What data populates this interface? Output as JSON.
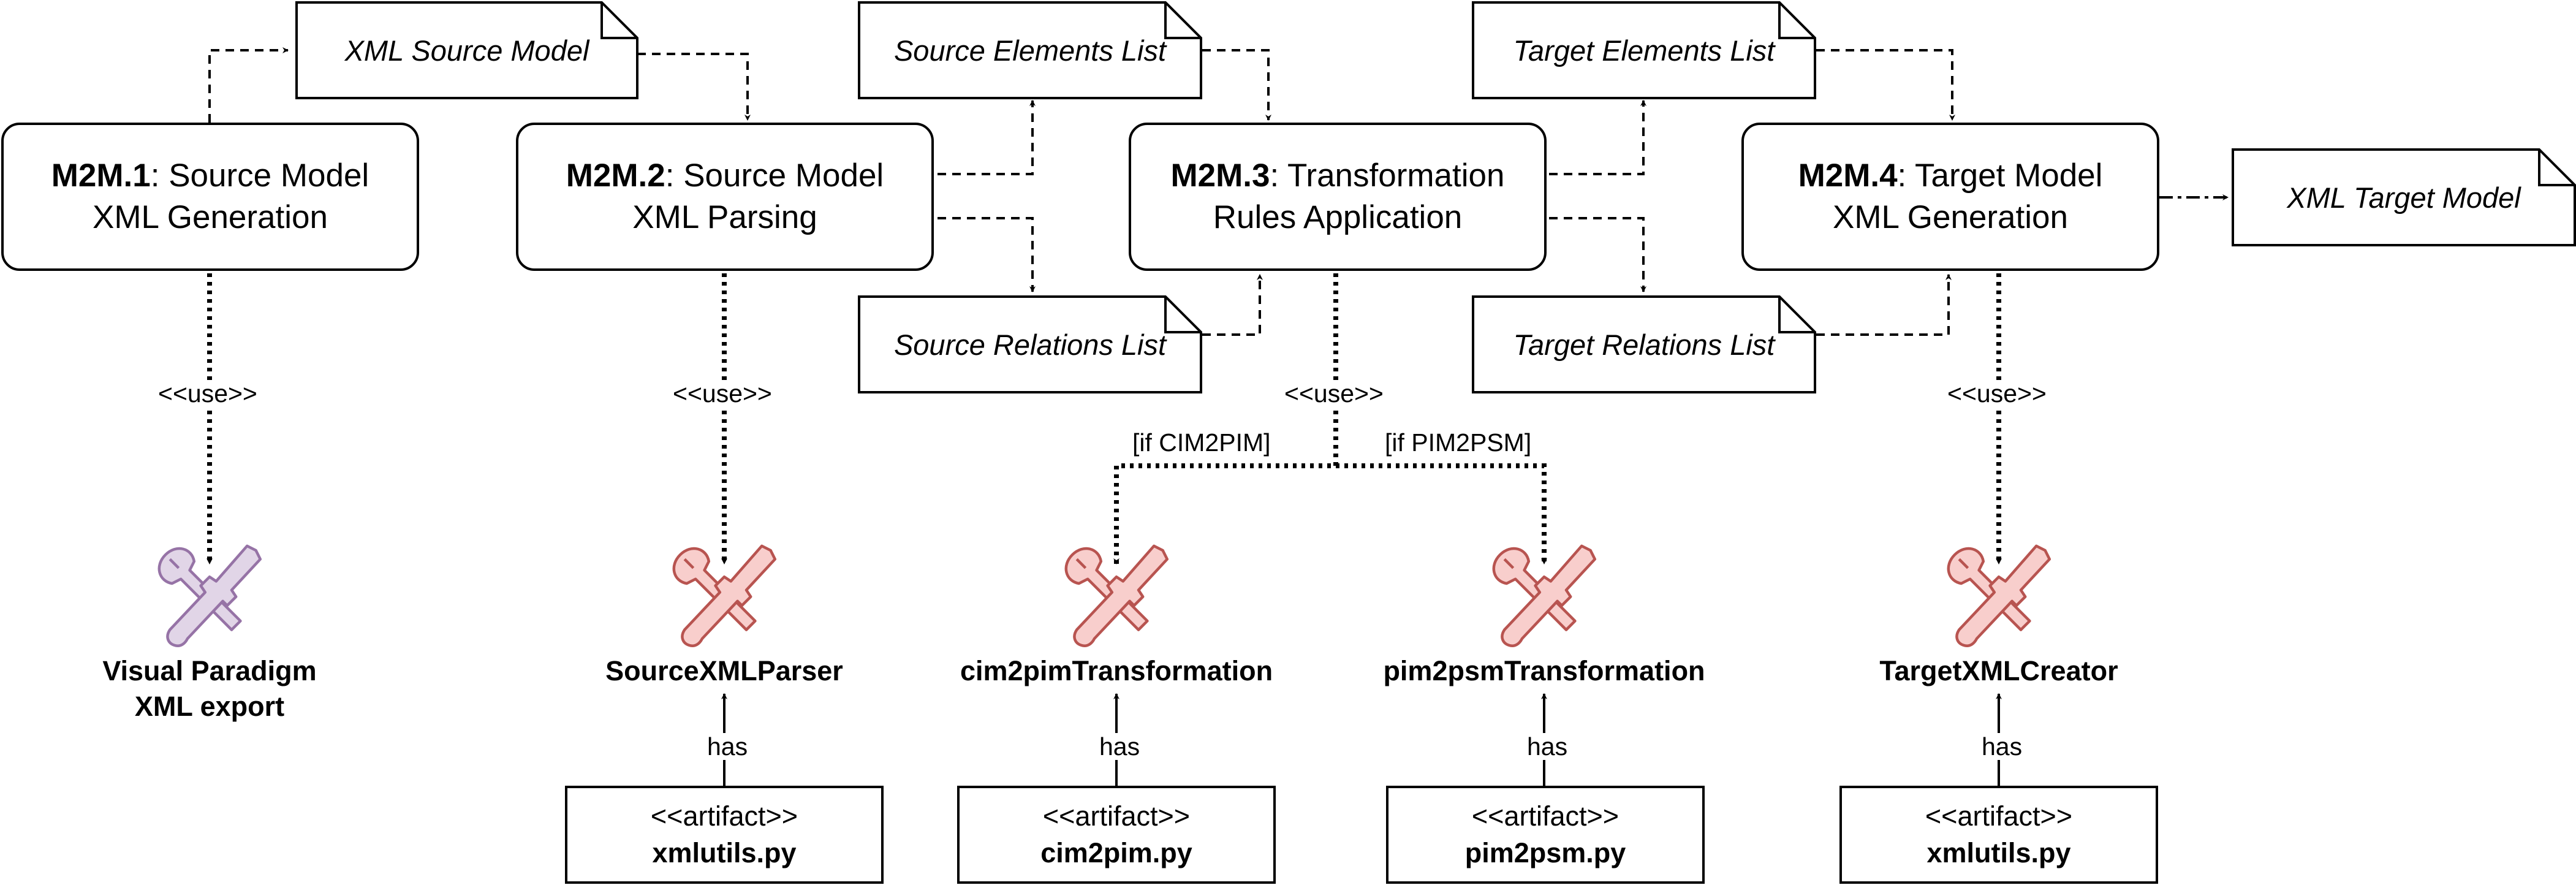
{
  "processes": [
    {
      "id": "M2M.1",
      "text": ": Source Model",
      "line2": "XML Generation"
    },
    {
      "id": "M2M.2",
      "text": ": Source Model",
      "line2": "XML Parsing"
    },
    {
      "id": "M2M.3",
      "text": ": Transformation",
      "line2": "Rules Application"
    },
    {
      "id": "M2M.4",
      "text": ": Target Model",
      "line2": "XML Generation"
    }
  ],
  "notes": {
    "xml_source_model": "XML Source Model",
    "source_elements_list": "Source Elements List",
    "source_relations_list": "Source Relations List",
    "target_elements_list": "Target Elements List",
    "target_relations_list": "Target Relations List",
    "xml_target_model": "XML Target Model"
  },
  "tools": {
    "visual_paradigm": {
      "line1": "Visual Paradigm",
      "line2": "XML export"
    },
    "source_xml_parser": "SourceXMLParser",
    "cim2pim": "cim2pimTransformation",
    "pim2psm": "pim2psmTransformation",
    "target_xml_creator": "TargetXMLCreator"
  },
  "artifacts": [
    {
      "stereotype": "<<artifact>>",
      "name": "xmlutils.py"
    },
    {
      "stereotype": "<<artifact>>",
      "name": "cim2pim.py"
    },
    {
      "stereotype": "<<artifact>>",
      "name": "pim2psm.py"
    },
    {
      "stereotype": "<<artifact>>",
      "name": "xmlutils.py"
    }
  ],
  "labels": {
    "use": "<<use>>",
    "has": "has",
    "if_cim2pim": "[if CIM2PIM]",
    "if_pim2psm": "[if PIM2PSM]"
  },
  "colors": {
    "tool_purple_fill": "#e1d5e7",
    "tool_purple_stroke": "#9673a6",
    "tool_red_fill": "#f8cecc",
    "tool_red_stroke": "#b85450"
  }
}
